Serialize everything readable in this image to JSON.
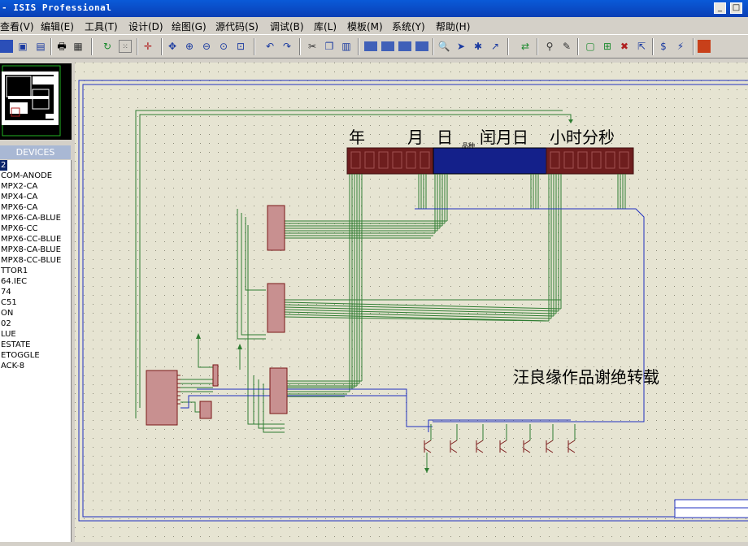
{
  "window": {
    "title": "- ISIS Professional",
    "min_glyph": "_",
    "max_glyph": "□"
  },
  "menu": [
    "查看(V)",
    "编辑(E)",
    "工具(T)",
    "设计(D)",
    "绘图(G)",
    "源代码(S)",
    "调试(B)",
    "库(L)",
    "模板(M)",
    "系统(Y)",
    "帮助(H)"
  ],
  "panel": {
    "devices_header": "DEVICES"
  },
  "devices": [
    "2",
    "COM-ANODE",
    "MPX2-CA",
    "MPX4-CA",
    "MPX6-CA",
    "MPX6-CA-BLUE",
    "MPX6-CC",
    "MPX6-CC-BLUE",
    "MPX8-CA-BLUE",
    "MPX8-CC-BLUE",
    "TTOR1",
    "64.IEC",
    "74",
    "C51",
    "ON",
    "02",
    "LUE",
    "ESTATE",
    "ETOGGLE",
    "ACK-8"
  ],
  "selected_device": "2",
  "schematic": {
    "labels": [
      "年",
      "月",
      "日",
      "闰月日",
      "小时分秒"
    ],
    "small_label": "品种",
    "watermark": "汪良缘作品谢绝转载"
  },
  "colors": {
    "sheet": "#e6e4d2",
    "wire": "#2f7d32",
    "bus": "#2030c0",
    "part": "#7a1818",
    "display_red": "#6e1e1e",
    "display_blue": "#14208a"
  }
}
